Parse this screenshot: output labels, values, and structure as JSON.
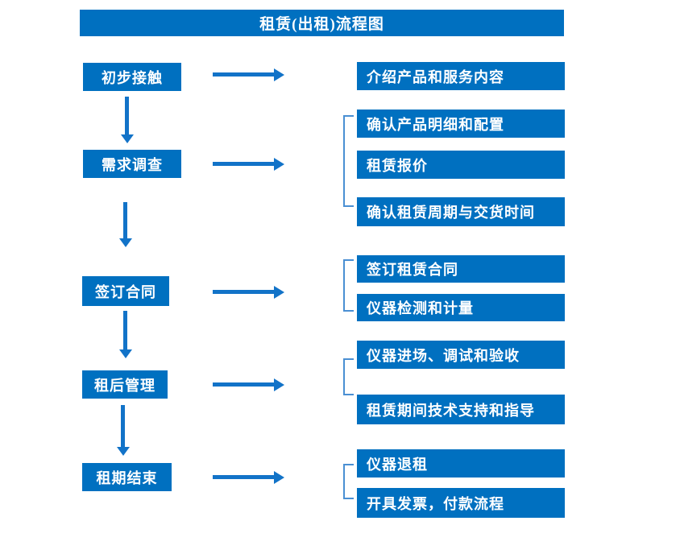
{
  "title": "租赁(出租)流程图",
  "colors": {
    "box_fill": "#0070c0",
    "arrow": "#1273c8",
    "bracket": "#4a8fd3",
    "text": "#ffffff",
    "background": "#ffffff"
  },
  "steps": [
    {
      "label": "初步接触",
      "details": [
        "介绍产品和服务内容"
      ]
    },
    {
      "label": "需求调查",
      "details": [
        "确认产品明细和配置",
        "租赁报价",
        "确认租赁周期与交货时间"
      ]
    },
    {
      "label": "签订合同",
      "details": [
        "签订租赁合同",
        "仪器检测和计量"
      ]
    },
    {
      "label": "租后管理",
      "details": [
        "仪器进场、调试和验收",
        "租赁期间技术支持和指导"
      ]
    },
    {
      "label": "租期结束",
      "details": [
        "仪器退租",
        "开具发票，付款流程"
      ]
    }
  ]
}
